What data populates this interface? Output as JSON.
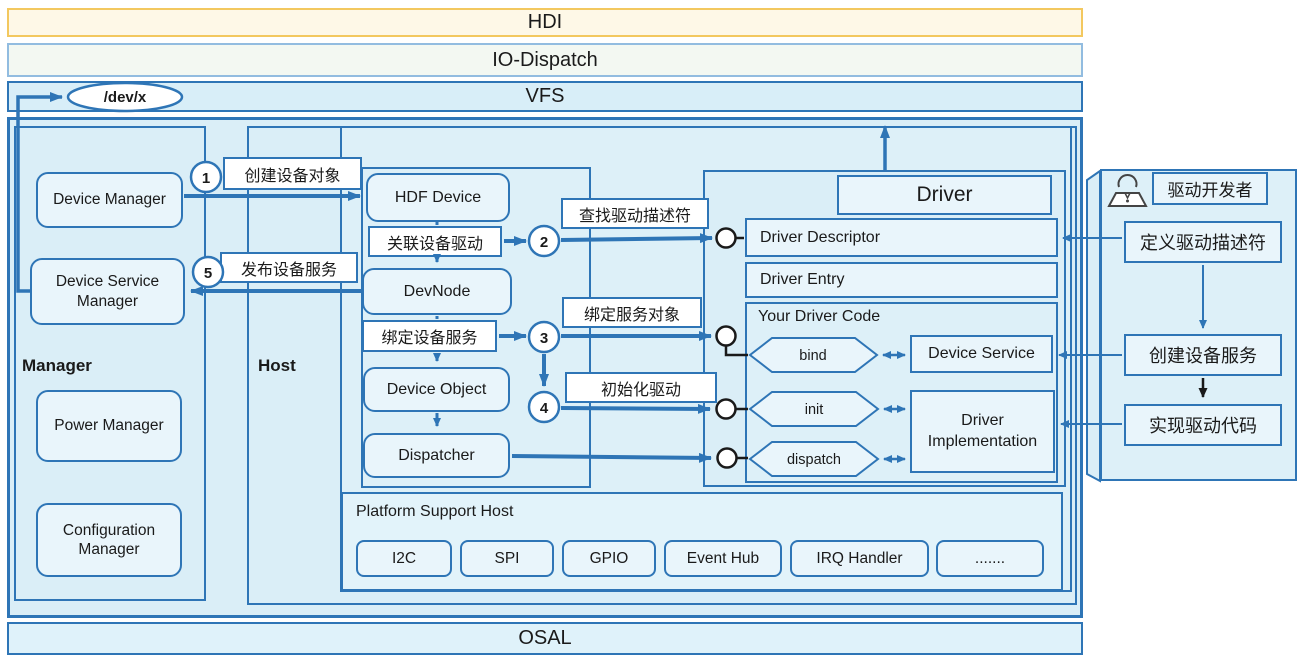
{
  "colors": {
    "primary_border": "#2E75B6",
    "panel_fill": "#DAEEF7",
    "box_fill": "#E9F5FB",
    "label_fill": "#FFFFFF",
    "hdi_fill": "#FEF8E7",
    "hdi_border": "#F3C85F",
    "io_fill": "#F3F8F2",
    "io_border": "#92BCE0",
    "port_stroke": "#1A1A1A"
  },
  "layers": {
    "hdi": "HDI",
    "io_dispatch": "IO-Dispatch",
    "vfs": "VFS",
    "vfs_node": "/dev/x",
    "osal": "OSAL"
  },
  "manager": {
    "label": "Manager",
    "device_manager": "Device Manager",
    "device_service_manager": "Device Service Manager",
    "power_manager": "Power Manager",
    "configuration_manager": "Configuration Manager"
  },
  "host": {
    "label": "Host",
    "hdf_device": "HDF Device",
    "associate_driver": "关联设备驱动",
    "devnode": "DevNode",
    "bind_device_service": "绑定设备服务",
    "device_object": "Device Object",
    "dispatcher": "Dispatcher"
  },
  "steps": [
    {
      "num": "1",
      "label": "创建设备对象"
    },
    {
      "num": "2",
      "label": "查找驱动描述符"
    },
    {
      "num": "3",
      "label": "绑定服务对象"
    },
    {
      "num": "4",
      "label": "初始化驱动"
    },
    {
      "num": "5",
      "label": "发布设备服务"
    }
  ],
  "driver": {
    "title": "Driver",
    "descriptor": "Driver Descriptor",
    "entry": "Driver Entry",
    "your_code": "Your Driver Code",
    "bind": "bind",
    "init": "init",
    "dispatch": "dispatch",
    "device_service": "Device Service",
    "implementation": "Driver Implementation"
  },
  "developer": {
    "role": "驱动开发者",
    "define_descriptor": "定义驱动描述符",
    "create_service": "创建设备服务",
    "implement_code": "实现驱动代码"
  },
  "platform": {
    "title": "Platform Support Host",
    "modules": [
      "I2C",
      "SPI",
      "GPIO",
      "Event Hub",
      "IRQ Handler",
      "......."
    ]
  }
}
